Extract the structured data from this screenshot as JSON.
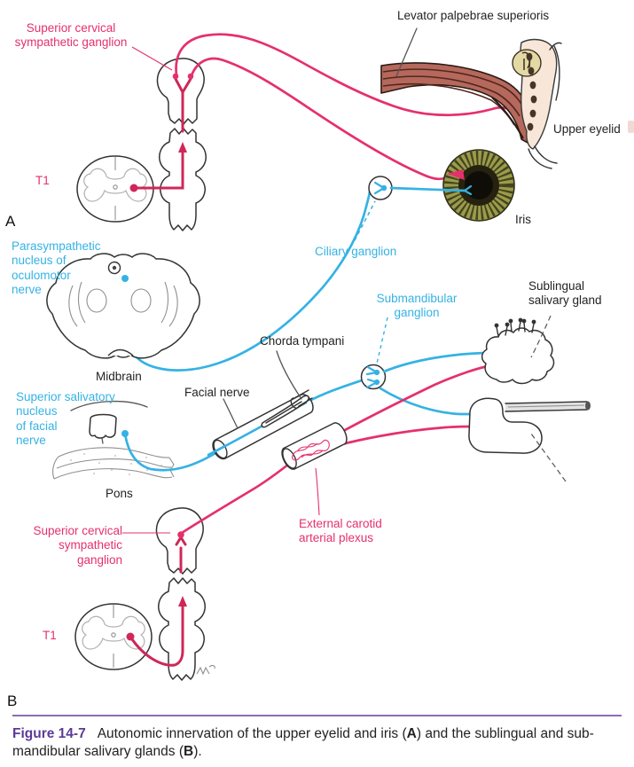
{
  "colors": {
    "sympathetic_pink": "#e5306c",
    "sympathetic_dark_pink": "#cf2758",
    "parasympathetic_blue": "#35b2e4",
    "caption_purple": "#5b3a97",
    "rule_purple": "#8d6cb5",
    "muscle_red": "#b5685c",
    "muscle_streak": "#53261f",
    "eyelid_flesh": "#f8e7d8",
    "tarsal_cream": "#e3d9a4",
    "iris_olive": "#9b9c4b",
    "iris_dark": "#26220f",
    "pupil_black": "#0e0d08"
  },
  "panel_letters": {
    "a": "A",
    "b": "B"
  },
  "labels": {
    "superior_cervical_a": "Superior cervical\nsympathetic ganglion",
    "levator": "Levator palpebrae superioris",
    "upper_eyelid": "Upper eyelid",
    "t1_a": "T1",
    "iris": "Iris",
    "ciliary_ganglion": "Ciliary ganglion",
    "parasympathetic_nucleus": "Parasympathetic\nnucleus of\noculomotor\nnerve",
    "midbrain": "Midbrain",
    "submandibular_ganglion": "Submandibular\nganglion",
    "sublingual_gland": "Sublingual\nsalivary gland",
    "chorda_tympani": "Chorda tympani",
    "facial_nerve": "Facial nerve",
    "superior_salivatory": "Superior salivatory\nnucleus\nof facial\nnerve",
    "pons": "Pons",
    "external_carotid": "External carotid\narterial plexus",
    "superior_cervical_b": "Superior cervical\nsympathetic\nganglion",
    "t1_b": "T1"
  },
  "caption": {
    "figure_label": "Figure 14-7",
    "line1_text": "Autonomic innervation of the upper eyelid and iris (",
    "line1_bold": "A",
    "line1_end": ") and the sublingual and sub-",
    "line2_text": "mandibular salivary glands (",
    "line2_bold": "B",
    "line2_end": ")."
  }
}
